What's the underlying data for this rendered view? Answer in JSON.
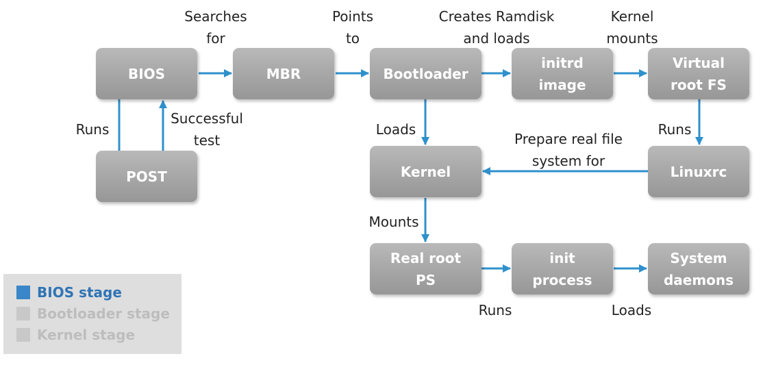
{
  "colors": {
    "arrow": "#2f90cc",
    "node": "#a9a9a9",
    "bios": "#3a86c8",
    "muted": "#bdbdbd"
  },
  "nodes": {
    "bios": "BIOS",
    "mbr": "MBR",
    "bootloader": "Bootloader",
    "initrd": "initrd\nimage",
    "virtual_root": "Virtual\nroot FS",
    "post": "POST",
    "kernel": "Kernel",
    "linuxrc": "Linuxrc",
    "real_root": "Real root\nPS",
    "init_process": "init\nprocess",
    "system_daemons": "System\ndaemons"
  },
  "edges": {
    "searches_for": "Searches\nfor",
    "points_to": "Points\nto",
    "creates_ramdisk": "Creates Ramdisk\nand loads",
    "kernel_mounts": "Kernel\nmounts",
    "runs_post": "Runs",
    "successful_test": "Successful\ntest",
    "loads_kernel": "Loads",
    "prepare_real_fs": "Prepare real file\nsystem for",
    "runs_linuxrc": "Runs",
    "mounts": "Mounts",
    "runs_init": "Runs",
    "loads_daemons": "Loads"
  },
  "legend": {
    "bios_stage": "BIOS stage",
    "bootloader_stage": "Bootloader stage",
    "kernel_stage": "Kernel stage"
  }
}
